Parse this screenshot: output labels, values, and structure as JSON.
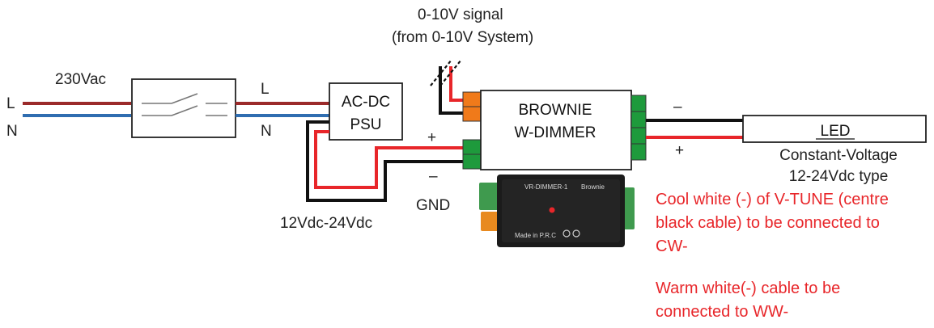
{
  "labels": {
    "signal_line1": "0-10V signal",
    "signal_line2": "(from 0-10V System)",
    "supply_voltage": "230Vac",
    "live_in": "L",
    "neutral_in": "N",
    "live_out": "L",
    "neutral_out": "N",
    "psu_line1": "AC-DC",
    "psu_line2": "PSU",
    "dimmer_line1": "BROWNIE",
    "dimmer_line2": "W-DIMMER",
    "plus_in": "+",
    "minus_in": "–",
    "gnd": "GND",
    "psu_output": "12Vdc-24Vdc",
    "minus_out": "–",
    "plus_out": "+",
    "led": "LED",
    "led_type_line1": "Constant-Voltage",
    "led_type_line2": "12-24Vdc type"
  },
  "notes": {
    "cool_white": [
      "Cool white (-) of V-TUNE (centre",
      "black cable) to be connected to",
      "CW-"
    ],
    "warm_white": [
      "Warm white(-) cable to be",
      "connected to WW-"
    ]
  },
  "device_photo": {
    "model_text": "VR-DIMMER-1",
    "brand_text": "Brownie",
    "footer_text": "Made in P.R.C"
  },
  "colors": {
    "live_wire": "#9b2a2a",
    "neutral_wire": "#2f6db0",
    "positive_wire": "#e8262a",
    "ground_wire": "#111111",
    "signal_terminal": "#f07a1a",
    "dc_terminal": "#1e9a3c",
    "note_text": "#e8262a"
  }
}
